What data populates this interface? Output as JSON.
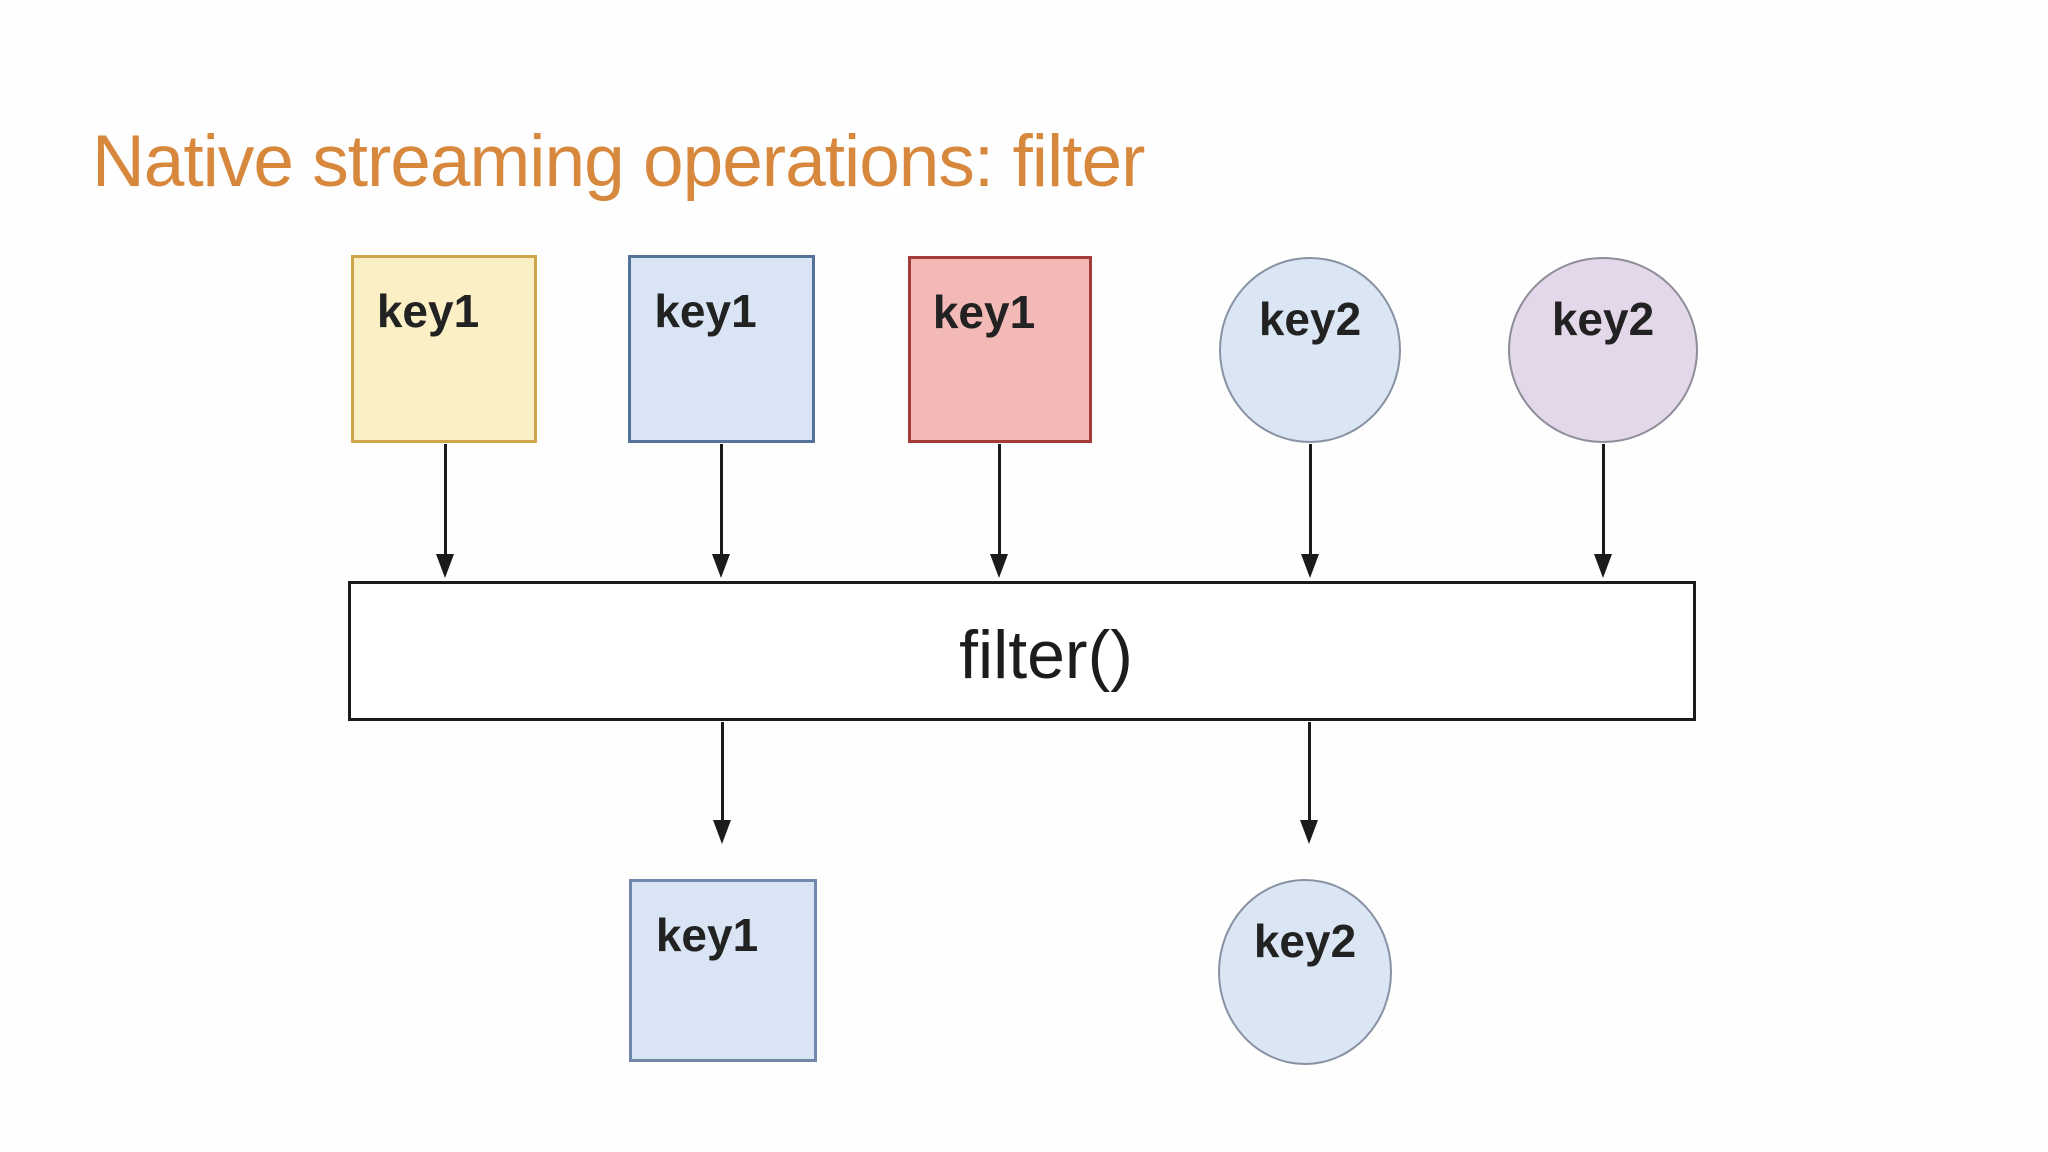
{
  "slide": {
    "title": "Native streaming operations: filter",
    "title_color": "#d7883c",
    "background": "#fefefe"
  },
  "diagram": {
    "arrow_color": "#1b1b1b",
    "label_color": "#222222",
    "inputs": [
      {
        "label": "key1",
        "shape": "square",
        "fill": "#fbefc6",
        "border": "#cfa54b"
      },
      {
        "label": "key1",
        "shape": "square",
        "fill": "#d9e5f4",
        "border": "#55729b"
      },
      {
        "label": "key1",
        "shape": "square",
        "fill": "#f3b9b6",
        "border": "#a23c38"
      },
      {
        "label": "key2",
        "shape": "circle",
        "fill": "#dbe6f5",
        "border": "#8792a2"
      },
      {
        "label": "key2",
        "shape": "circle",
        "fill": "#e3d8ea",
        "border": "#8f8d99"
      }
    ],
    "filter_box": {
      "label": "filter()",
      "fill": "#ffffff",
      "border": "#1b1b1b",
      "text_color": "#1c1c1c"
    },
    "outputs": [
      {
        "label": "key1",
        "shape": "square",
        "fill": "#d9e5f4",
        "border": "#7188ab"
      },
      {
        "label": "key2",
        "shape": "circle",
        "fill": "#dbe6f5",
        "border": "#8792a2"
      }
    ]
  }
}
